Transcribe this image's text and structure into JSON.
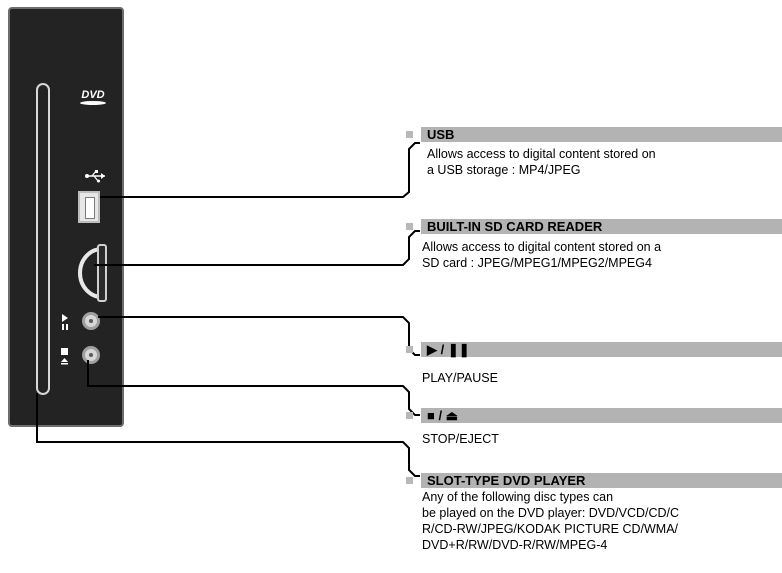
{
  "device": {
    "logo_text": "DVD"
  },
  "sections": {
    "usb": {
      "title": "USB",
      "desc_line1": "Allows access to digital content stored on",
      "desc_line2": "a USB storage : MP4/JPEG"
    },
    "sd": {
      "title": "BUILT-IN SD CARD READER",
      "desc_line1": "Allows access to digital content stored on a",
      "desc_line2": "SD card : JPEG/MPEG1/MPEG2/MPEG4"
    },
    "play": {
      "title": "▶ / ❚❚",
      "desc_line1": "PLAY/PAUSE"
    },
    "stop": {
      "title": "■ / ⏏",
      "desc_line1": "STOP/EJECT"
    },
    "dvd": {
      "title": "SLOT-TYPE DVD PLAYER",
      "desc_line1": "Any of the following disc types can",
      "desc_line2": "be played on the DVD player: DVD/VCD/CD/C",
      "desc_line3": "R/CD-RW/JPEG/KODAK PICTURE CD/WMA/",
      "desc_line4": "DVD+R/RW/DVD-R/RW/MPEG-4"
    }
  },
  "colors": {
    "panel": "#232323",
    "header_bar": "#b3b3b3",
    "leader_line": "#000000"
  }
}
